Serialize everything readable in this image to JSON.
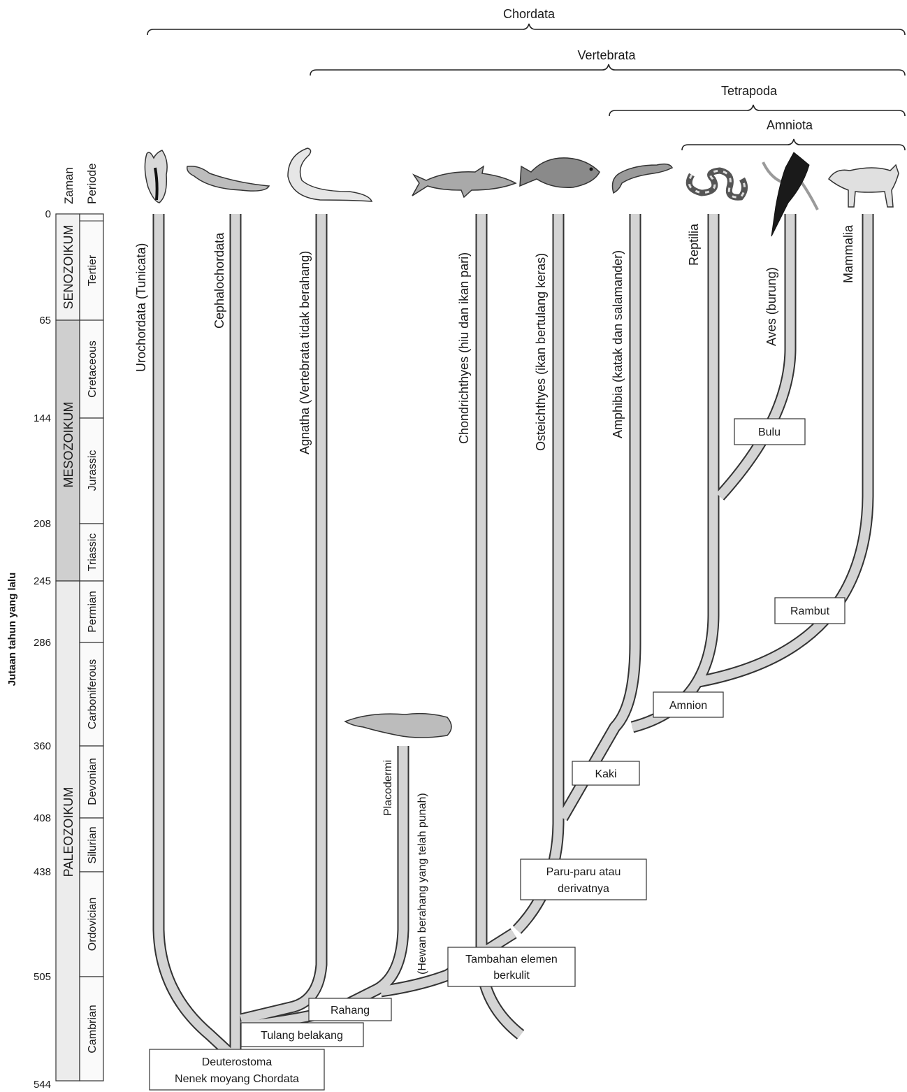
{
  "axis_title": "Jutaan tahun yang lalu",
  "col_headers": {
    "era": "Zaman",
    "period": "Periode"
  },
  "time_ticks": [
    "0",
    "65",
    "144",
    "208",
    "245",
    "286",
    "360",
    "408",
    "438",
    "505",
    "544"
  ],
  "eras": [
    {
      "name": "SENOZOIKUM",
      "color": "#f2f2f2"
    },
    {
      "name": "MESOZOIKUM",
      "color": "#cfcfcf"
    },
    {
      "name": "PALEOZOIKUM",
      "color": "#ececec"
    }
  ],
  "periods": [
    "Tertier",
    "Cretaceous",
    "Jurassic",
    "Triassic",
    "Permian",
    "Carboniferous",
    "Devonian",
    "Silurian",
    "Ordovician",
    "Cambrian"
  ],
  "clade_brackets": [
    "Chordata",
    "Vertebrata",
    "Tetrapoda",
    "Amniota"
  ],
  "taxa": [
    "Urochordata (Tunicata)",
    "Cephalochordata",
    "Agnatha (Vertebrata tidak berahang)",
    "Chondrichthyes (hiu dan ikan pari)",
    "Osteichthyes (ikan bertulang keras)",
    "Amphibia (katak dan salamander)",
    "Reptilia",
    "Aves (burung)",
    "Mammalia"
  ],
  "extinct_taxon": {
    "name": "Placodermi",
    "note": "(Hewan berahang yang telah punah)"
  },
  "traits": [
    [
      "Deuterostoma",
      "Nenek moyang Chordata"
    ],
    [
      "Tulang belakang"
    ],
    [
      "Rahang"
    ],
    [
      "Tambahan elemen",
      "berkulit"
    ],
    [
      "Paru-paru atau",
      "derivatnya"
    ],
    [
      "Kaki"
    ],
    [
      "Amnion"
    ],
    [
      "Rambut"
    ],
    [
      "Bulu"
    ]
  ],
  "animal_icons": [
    "tunicate-icon",
    "lancelet-icon",
    "lamprey-icon",
    "shark-icon",
    "bony-fish-icon",
    "salamander-icon",
    "snake-icon",
    "bird-icon",
    "wildcat-icon",
    "placoderm-icon"
  ],
  "colors": {
    "branch_fill": "#d4d4d4",
    "branch_outline": "#333333"
  }
}
